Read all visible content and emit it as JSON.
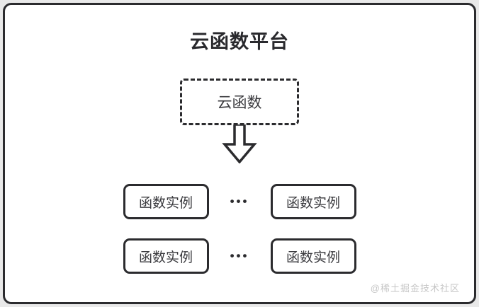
{
  "diagram": {
    "title": "云函数平台",
    "root_label": "云函数",
    "ellipsis": "•••",
    "instances": [
      "函数实例",
      "函数实例",
      "函数实例",
      "函数实例"
    ],
    "watermark": "@稀土掘金技术社区"
  },
  "colors": {
    "border": "#2b2b2e",
    "text": "#3a3a3e",
    "title_text": "#29292d",
    "panel_background": "#ffffff",
    "outer_background": "#e9e9e9",
    "watermark_text": "#c6c6c6"
  },
  "icons": {
    "down_arrow": "hollow-down-arrow"
  }
}
